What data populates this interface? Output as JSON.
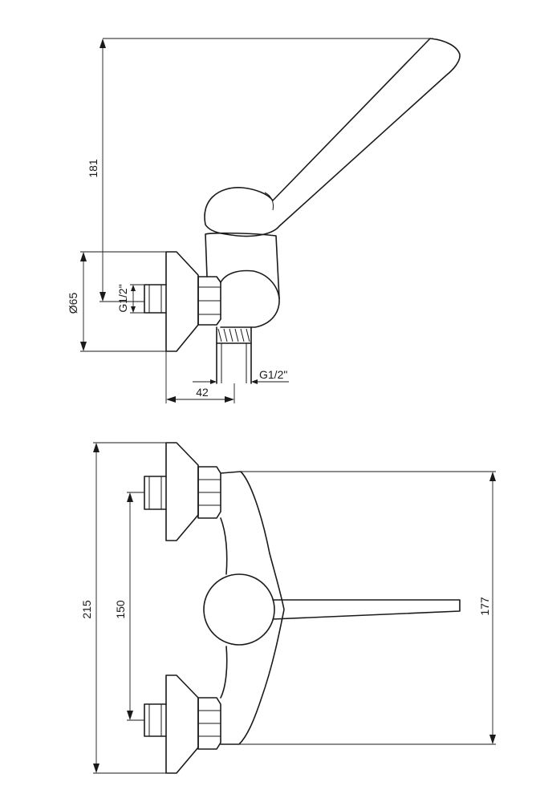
{
  "side_view": {
    "height_label": "181",
    "diameter_label": "Ø65",
    "inlet_thread_label": "G1/2\"",
    "outlet_thread_label": "G1/2\"",
    "depth_label": "42"
  },
  "top_view": {
    "overall_label": "215",
    "spacing_label": "150",
    "handle_width_label": "177"
  }
}
